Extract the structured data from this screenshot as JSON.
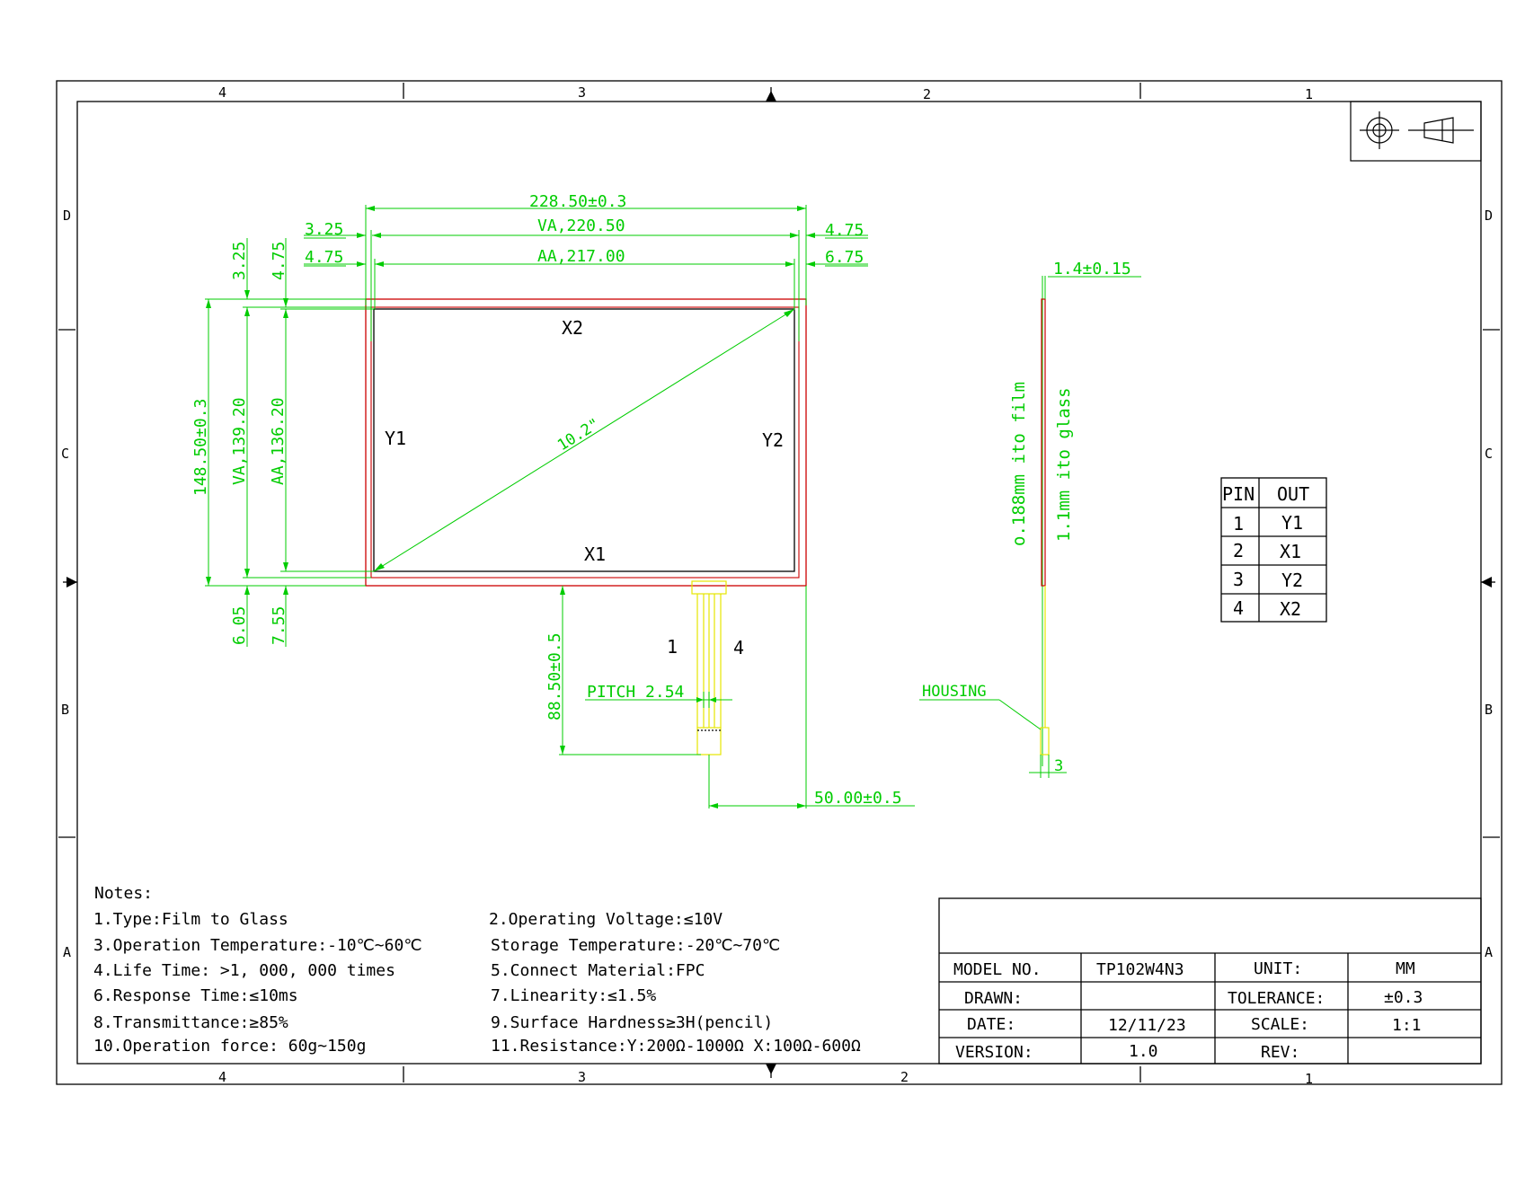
{
  "frame": {
    "col_labels": [
      "4",
      "3",
      "2",
      "1"
    ],
    "row_labels": [
      "D",
      "C",
      "B",
      "A"
    ]
  },
  "panel": {
    "top_label": "X2",
    "bottom_label": "X1",
    "left_label": "Y1",
    "right_label": "Y2",
    "diagonal_label": "10.2\""
  },
  "dimensions": {
    "outer_width": "228.50±0.3",
    "va_width": "VA,220.50",
    "aa_width": "AA,217.00",
    "left_top_a": "3.25",
    "left_top_b": "4.75",
    "right_top_a": "4.75",
    "right_top_b": "6.75",
    "v_top_a": "3.25",
    "v_top_b": "4.75",
    "outer_height": "148.50±0.3",
    "va_height": "VA,139.20",
    "aa_height": "AA,136.20",
    "v_bot_a": "6.05",
    "v_bot_b": "7.55",
    "tail_length": "88.50±0.5",
    "pitch": "PITCH 2.54",
    "tail_offset": "50.00±0.5",
    "pin_left": "1",
    "pin_right": "4"
  },
  "side_view": {
    "thickness": "1.4±0.15",
    "film_label": "o.188mm ito film",
    "glass_label": "1.1mm ito glass",
    "housing_label": "HOUSING",
    "housing_dim": "3"
  },
  "pin_table": {
    "headers": [
      "PIN",
      "OUT"
    ],
    "rows": [
      {
        "pin": "1",
        "out": "Y1"
      },
      {
        "pin": "2",
        "out": "X1"
      },
      {
        "pin": "3",
        "out": "Y2"
      },
      {
        "pin": "4",
        "out": "X2"
      }
    ]
  },
  "notes": {
    "heading": "Notes:",
    "items": [
      "1.Type:Film to Glass",
      "2.Operating Voltage:≤10V",
      "3.Operation Temperature:-10℃~60℃",
      "Storage Temperature:-20℃~70℃",
      "4.Life Time: >1, 000, 000 times",
      "5.Connect Material:FPC",
      "6.Response Time:≤10ms",
      "7.Linearity:≤1.5%",
      "8.Transmittance:≥85%",
      "9.Surface Hardness≥3H(pencil)",
      "10.Operation force: 60g~150g",
      "11.Resistance:Y:200Ω-1000Ω X:100Ω-600Ω"
    ]
  },
  "title_block": {
    "model_label": "MODEL NO.",
    "model_value": "TP102W4N3",
    "unit_label": "UNIT:",
    "unit_value": "MM",
    "drawn_label": "DRAWN:",
    "drawn_value": "",
    "tolerance_label": "TOLERANCE:",
    "tolerance_value": "±0.3",
    "date_label": "DATE:",
    "date_value": "12/11/23",
    "scale_label": "SCALE:",
    "scale_value": "1:1",
    "version_label": "VERSION:",
    "version_value": "1.0",
    "rev_label": "REV:",
    "rev_value": ""
  },
  "colors": {
    "dimension": "#00cc00",
    "outline": "#cc0000",
    "fpc": "#e6e600",
    "ink": "#000000"
  }
}
